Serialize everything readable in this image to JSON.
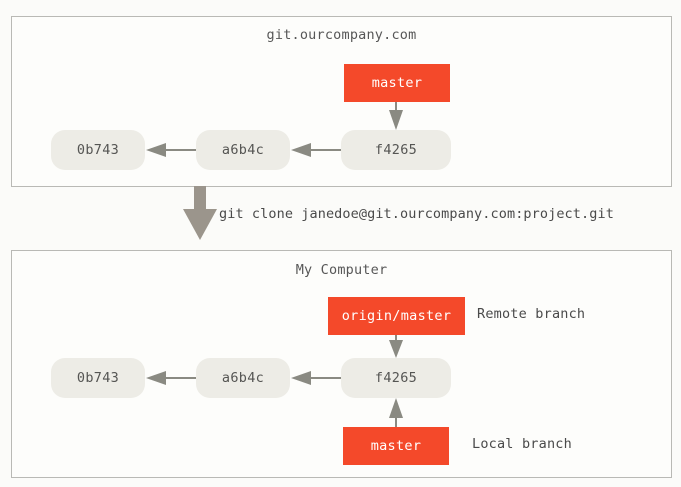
{
  "figure": {
    "type": "git-branch-diagram",
    "background_color": "#fbfbf9",
    "accent_color": "#f4492a",
    "commit_node_color": "#edece6",
    "arrow_color": "#8a8a82"
  },
  "remote_panel": {
    "title": "git.ourcompany.com",
    "commits": [
      {
        "id": "0b743"
      },
      {
        "id": "a6b4c"
      },
      {
        "id": "f4265"
      }
    ],
    "branches": [
      {
        "label": "master"
      }
    ]
  },
  "clone": {
    "command": "git clone janedoe@git.ourcompany.com:project.git"
  },
  "local_panel": {
    "title": "My Computer",
    "commits": [
      {
        "id": "0b743"
      },
      {
        "id": "a6b4c"
      },
      {
        "id": "f4265"
      }
    ],
    "branches": [
      {
        "label": "origin/master",
        "annotation": "Remote branch"
      },
      {
        "label": "master",
        "annotation": "Local branch"
      }
    ]
  }
}
